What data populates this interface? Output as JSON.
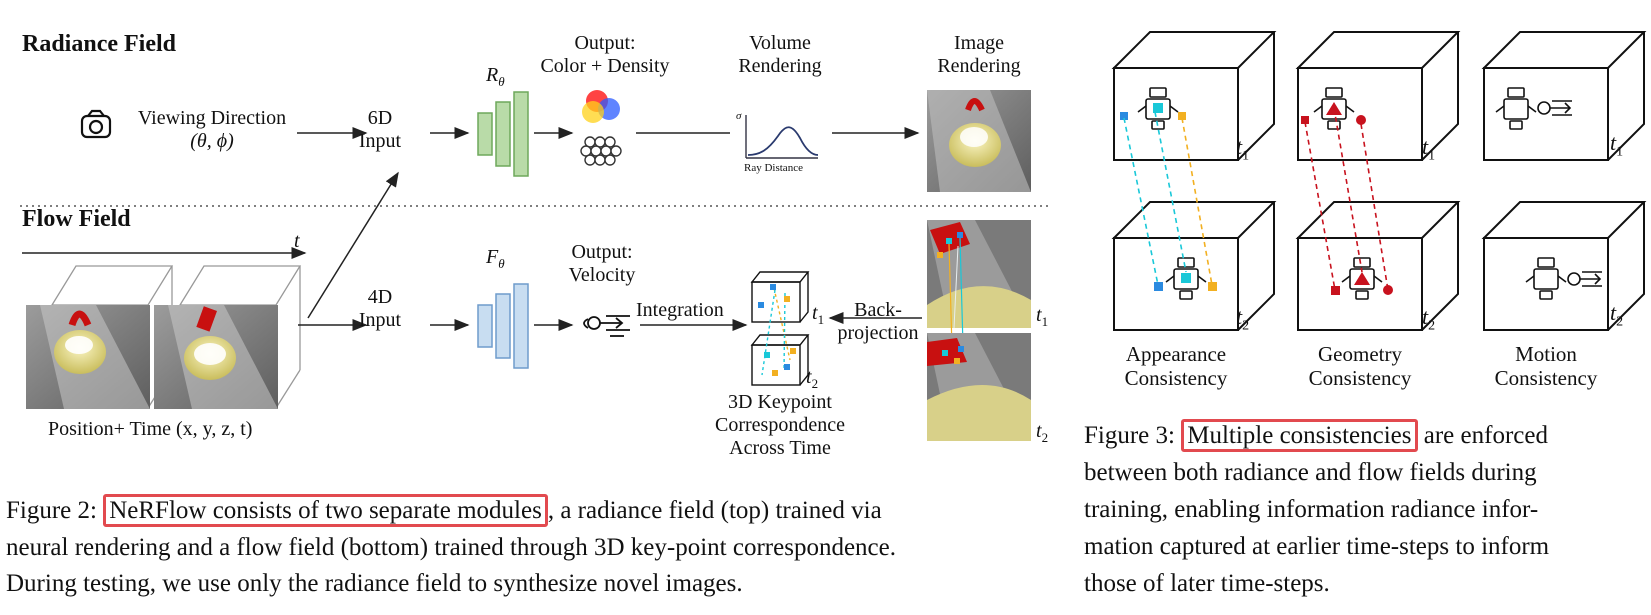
{
  "fig2": {
    "section_radiance": "Radiance Field",
    "section_flow": "Flow Field",
    "viewing_direction": [
      "Viewing Direction",
      "(θ, ϕ)"
    ],
    "input_6d": [
      "6D",
      "Input"
    ],
    "input_4d": [
      "4D",
      "Input"
    ],
    "r_theta": "R",
    "f_theta": "F",
    "theta_sub": "θ",
    "output_color": [
      "Output:",
      "Color + Density"
    ],
    "volume_rendering": [
      "Volume",
      "Rendering"
    ],
    "image_rendering": [
      "Image",
      "Rendering"
    ],
    "ray_distance": "Ray Distance",
    "sigma": "σ",
    "t_axis": "t",
    "position_time": "Position+ Time (x, y, z, t)",
    "output_velocity": [
      "Output:",
      "Velocity"
    ],
    "integration": "Integration",
    "backprojection": [
      "Back-",
      "projection"
    ],
    "keypoint": [
      "3D Keypoint",
      "Correspondence",
      "Across Time"
    ],
    "t1": "t",
    "t2": "t",
    "sub1": "1",
    "sub2": "2",
    "caption_prefix": "Figure 2:",
    "caption_highlight": "NeRFlow consists of two separate modules",
    "caption_lines": [
      ", a radiance field (top) trained via",
      "neural rendering and a flow field (bottom) trained through 3D key-point correspondence.",
      "During testing, we use only the radiance field to synthesize novel images."
    ]
  },
  "fig3": {
    "labels": [
      [
        "Appearance",
        "Consistency"
      ],
      [
        "Geometry",
        "Consistency"
      ],
      [
        "Motion",
        "Consistency"
      ]
    ],
    "t1": "t",
    "t2": "t",
    "sub1": "1",
    "sub2": "2",
    "caption_prefix": "Figure 3:",
    "caption_highlight": "Multiple consistencies",
    "caption_lines": [
      " are enforced",
      "between both radiance and flow fields during",
      "training, enabling information radiance infor-",
      "mation captured at earlier time-steps to inform",
      "those of later time-steps."
    ]
  },
  "colors": {
    "highlight_box": "#e24a4f",
    "network_green": "#8cc07a",
    "network_blue": "#8db8de",
    "appearance_cyan": "#19c8d8",
    "appearance_yellow": "#f2b021",
    "geometry_red": "#c8121e"
  },
  "icons": [
    "camera-icon",
    "rgb-circles-icon",
    "sphere-grid-icon",
    "velocity-icon",
    "robot-icon"
  ]
}
